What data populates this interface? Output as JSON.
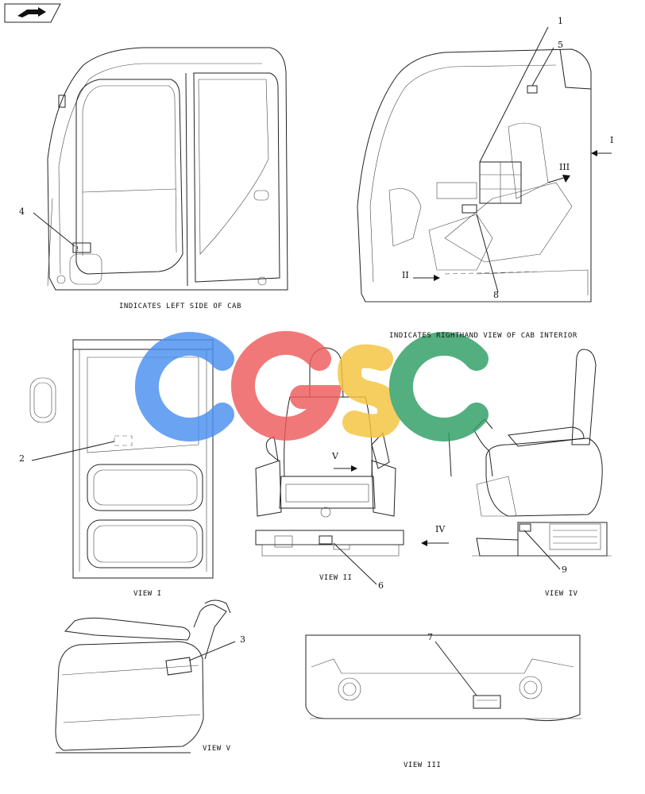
{
  "corner_icon": "book-arrow-icon",
  "watermark": {
    "letters": [
      "C",
      "G",
      "S",
      "C"
    ],
    "colors": [
      "#4a8ff0",
      "#ef5b5b",
      "#f4c43c",
      "#2e9e63"
    ]
  },
  "captions": {
    "left_side": "INDICATES LEFT SIDE OF CAB",
    "right_interior": "INDICATES RIGHTHAND VIEW OF CAB INTERIOR",
    "view1": "VIEW I",
    "view2": "VIEW II",
    "view3": "VIEW III",
    "view4": "VIEW IV",
    "view5": "VIEW V"
  },
  "view_arrows": {
    "i": "I",
    "ii": "II",
    "iii": "III",
    "iv": "IV",
    "v": "V"
  },
  "callouts": [
    "1",
    "2",
    "3",
    "4",
    "5",
    "6",
    "7",
    "8",
    "9"
  ]
}
